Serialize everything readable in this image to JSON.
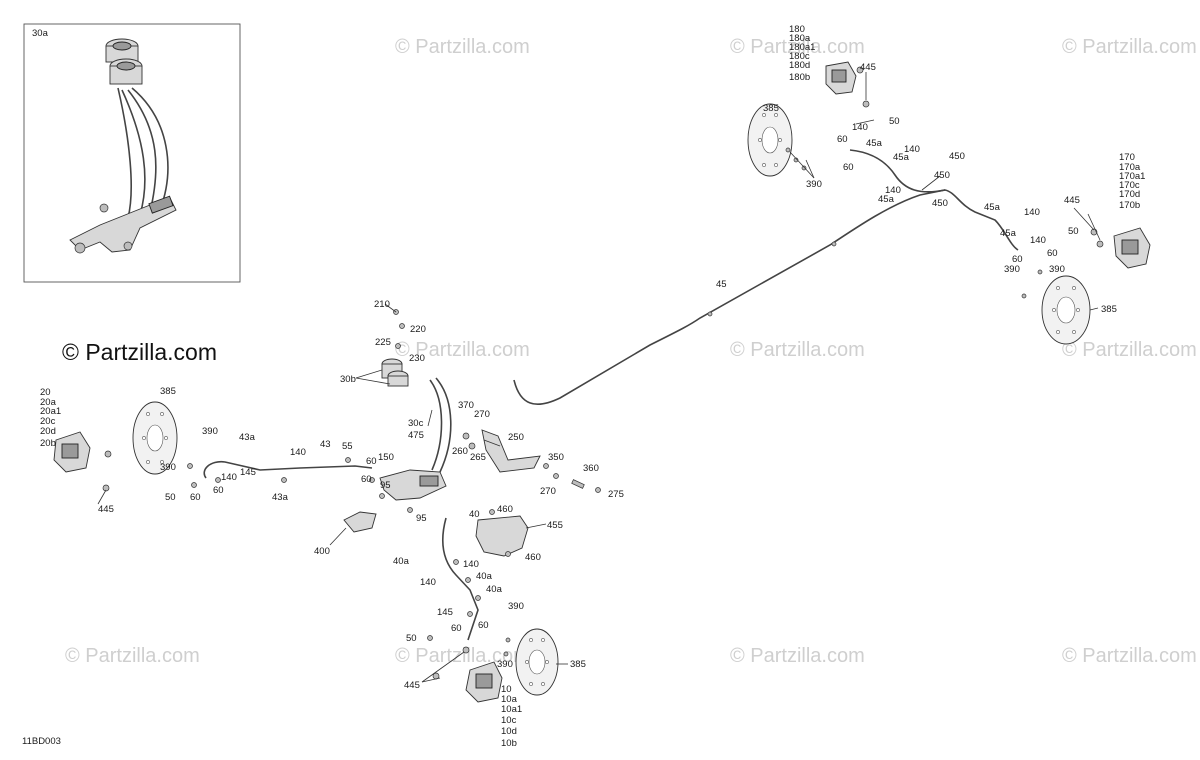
{
  "diagram_code": "11BD003",
  "watermark_text": "© Partzilla.com",
  "inset_label": "30a",
  "labels": {
    "front_left_caliper_stack": [
      "20",
      "20a",
      "20a1",
      "20c",
      "20d",
      "20b"
    ],
    "rear_caliper_stack": [
      "10",
      "10a",
      "10a1",
      "10c",
      "10d",
      "10b"
    ],
    "rear_right_caliper_stack": [
      "170",
      "170a",
      "170a1",
      "170c",
      "170d",
      "170b"
    ],
    "top_caliper_stack": [
      "180",
      "180a",
      "180a1",
      "180c",
      "180d",
      "180b"
    ],
    "parts": [
      "445",
      "385",
      "50",
      "140",
      "45a",
      "60",
      "45a",
      "140",
      "45a",
      "390",
      "450",
      "450",
      "140",
      "45a",
      "450",
      "45",
      "445",
      "45a",
      "140",
      "140",
      "50",
      "45a",
      "60",
      "60",
      "390",
      "390",
      "385",
      "210",
      "220",
      "225",
      "230",
      "30b",
      "385",
      "390",
      "43a",
      "43",
      "140",
      "55",
      "150",
      "60",
      "145",
      "390",
      "140",
      "60",
      "95",
      "60",
      "43a",
      "50",
      "60",
      "445",
      "30c",
      "475",
      "370",
      "270",
      "260",
      "265",
      "250",
      "350",
      "270",
      "360",
      "275",
      "95",
      "400",
      "40",
      "460",
      "455",
      "460",
      "40a",
      "140",
      "140",
      "40a",
      "40a",
      "145",
      "390",
      "60",
      "60",
      "50",
      "390",
      "385",
      "445"
    ]
  }
}
